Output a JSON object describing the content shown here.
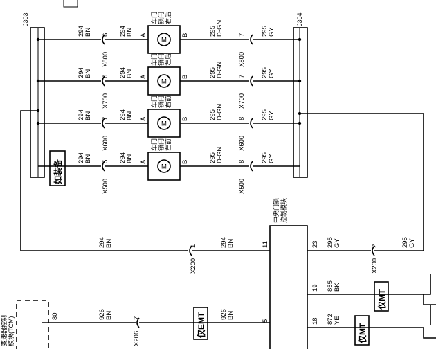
{
  "splices": {
    "left": "J303",
    "right": "J304"
  },
  "motors": [
    {
      "name": "车门 锁闩 右后",
      "connector": "X800",
      "pin_a": "6",
      "pin_b": "7",
      "wire_a": [
        "294",
        "BN"
      ],
      "wire_b": [
        "295",
        "D-GN"
      ],
      "wire_a_in": [
        "294",
        "BN"
      ],
      "wire_b_out": [
        "295",
        "GY"
      ]
    },
    {
      "name": "车门 锁闩 左后",
      "connector": "X700",
      "pin_a": "6",
      "pin_b": "7",
      "wire_a": [
        "294",
        "BN"
      ],
      "wire_b": [
        "295",
        "D-GN"
      ],
      "wire_a_in": [
        "294",
        "BN"
      ],
      "wire_b_out": [
        "295",
        "GY"
      ]
    },
    {
      "name": "车门 锁闩 右前",
      "connector": "X600",
      "pin_a": "7",
      "pin_b": "8",
      "wire_a": [
        "294",
        "BN"
      ],
      "wire_b": [
        "295",
        "D-GN"
      ],
      "wire_a_in": [
        "294",
        "BN"
      ],
      "wire_b_out": [
        "295",
        "GY"
      ]
    },
    {
      "name": "车门 锁闩 左前",
      "connector": "X500",
      "pin_a": "5",
      "pin_b": "8",
      "wire_a": [
        "294",
        "BN"
      ],
      "wire_b": [
        "295",
        "D-GN"
      ],
      "wire_a_in": [
        "294",
        "BN"
      ],
      "wire_b_out": [
        "295",
        "GY"
      ]
    }
  ],
  "pin_labels": {
    "a": "A",
    "b": "B",
    "motor": "M"
  },
  "option_label": "如装备",
  "module": {
    "name": "中央门锁 控制模块",
    "pins": {
      "p11": "11",
      "p23": "23",
      "p19": "19",
      "p18": "18",
      "p5": "5"
    }
  },
  "x200_left": {
    "connector": "X200",
    "pin": "1",
    "wire_in": [
      "294",
      "BN"
    ],
    "wire_out": [
      "294",
      "BN"
    ]
  },
  "x200_right": {
    "connector": "X200",
    "pin": "2",
    "wire_in": [
      "295",
      "GY"
    ],
    "wire_out": [
      "295",
      "GY"
    ]
  },
  "lower_wires": {
    "p19": [
      "855",
      "BK"
    ],
    "p18": [
      "872",
      "YE"
    ],
    "p5": [
      "926",
      "BN"
    ]
  },
  "x206": {
    "connector": "X206",
    "pin": "7",
    "wire_left": [
      "926",
      "BN"
    ]
  },
  "tcm": {
    "name": "变速器控制 模块(TCM)",
    "pin": "80"
  },
  "options": {
    "mt": "仅MT",
    "emt": "仅EMT"
  }
}
